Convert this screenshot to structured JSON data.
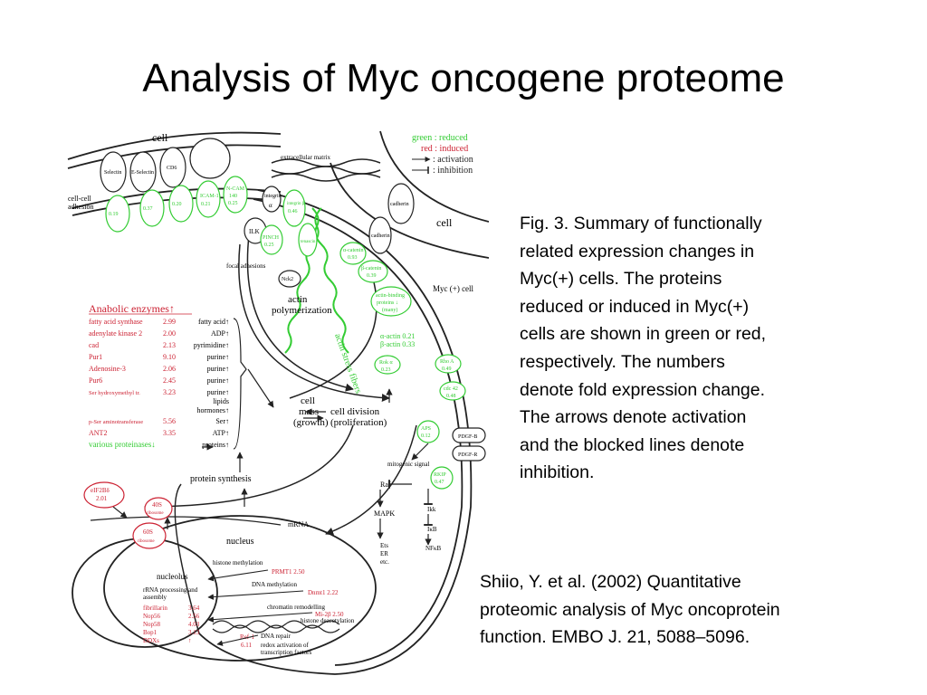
{
  "slide": {
    "title": "Analysis of Myc oncogene proteome",
    "caption_lines": [
      "Fig. 3. Summary of functionally",
      "related expression changes in",
      "Myc(+) cells. The proteins",
      "reduced or induced in Myc(+)",
      "cells are shown in green or red,",
      "respectively. The numbers",
      "denote fold expression change.",
      "The arrows denote activation",
      "and the blocked lines denote",
      "inhibition."
    ],
    "citation_lines": [
      "Shiio, Y. et al. (2002) Quantitative",
      "proteomic analysis of Myc oncoprotein",
      "function. EMBO J. 21, 5088–5096."
    ]
  },
  "colors": {
    "reduced": "#33cc33",
    "induced": "#cc2233",
    "ink": "#222222"
  },
  "diagram": {
    "legend": {
      "reduced": "green : reduced",
      "induced": "red : induced",
      "activation": ": activation",
      "inhibition": ": inhibition"
    },
    "labels": {
      "cell_top": "cell",
      "cell_right": "cell",
      "cell_cell_adhesion_1": "cell-cell",
      "cell_cell_adhesion_2": "adhesion",
      "extracellular_matrix": "extracellular matrix",
      "focal_adhesions": "focal adhesions",
      "myc_cell": "Myc (+) cell",
      "actin_poly_1": "actin",
      "actin_poly_2": "polymerization",
      "actin_stress": "actin stress fibers",
      "alpha_actin": "α-actin 0.21",
      "beta_actin": "β-actin 0.33",
      "cell_mass_1": "cell",
      "cell_mass_2": "mass",
      "cell_mass_3": "(growth)",
      "cell_div_1": "cell division",
      "cell_div_2": "(proliferation)",
      "protein_synthesis": "protein synthesis",
      "mrna": "mRNA",
      "mitogenic": "mitogenic signal",
      "raf": "Raf",
      "mapk": "MAPK",
      "ets": "Ets",
      "er": "ER",
      "etc": "etc.",
      "ikk": "Ikk",
      "ikb": "IκB",
      "nfkb": "NFκB",
      "nucleus": "nucleus",
      "nucleolus": "nucleolus",
      "rrna_1": "rRNA processing and",
      "rrna_2": "assembly",
      "histone_meth": "histone methylation",
      "dna_meth": "DNA methylation",
      "chromatin": "chromatin remodelling",
      "histone_deac": "histone deacetylation",
      "dna_repair": "DNA repair",
      "redox_1": "redox activation of",
      "redox_2": "transcription factors"
    },
    "white_nodes": {
      "selectin": "Selectin",
      "e_selectin": "E-Selectin",
      "cd6": "CD6",
      "integrin": "integrin",
      "alpha": "α",
      "ilk": "ILK",
      "nck2": "Nck2",
      "cadherin": "cadherin",
      "cadherin2": "cadherin",
      "pdgf_b": "PDGF-B",
      "pdgf_r": "PDGF-R"
    },
    "green_nodes": {
      "ncam": "N-CAM",
      "ncam_val": "140",
      "ncam_val2": "0.25",
      "lcam": "ICAM-1",
      "lcam_val": "0.21",
      "cad_a": "0.19",
      "cad_b": "0.37",
      "cad_c": "0.20",
      "rock": "Rok α",
      "rock_val": "0.23",
      "rho": "Rho A",
      "rho_val": "0.49",
      "cdc42": "cdc 42",
      "cdc42_val": "0.48",
      "aps": "APS",
      "aps_val": "0.12",
      "rkip": "RKIP",
      "rkip_val": "0.47",
      "a_catenin": "α-catenin",
      "a_catenin_val": "0.93",
      "b_catenin": "β-catenin",
      "b_catenin_val": "0.39",
      "actin_binding_1": "actin-binding",
      "actin_binding_2": "proteins ↓",
      "actin_binding_3": "(many)",
      "integrin_g": "integrin β",
      "integrin_g_val": "0.46",
      "tenascin": "tenascin",
      "pinch": "PINCH",
      "pinch_val": "0.25"
    },
    "anabolic": {
      "header": "Anabolic enzymes↑",
      "rows": [
        {
          "name": "fatty acid synthase",
          "value": "2.99",
          "product": "fatty acid↑"
        },
        {
          "name": "adenylate kinase 2",
          "value": "2.00",
          "product": "ADP↑"
        },
        {
          "name": "cad",
          "value": "2.13",
          "product": "pyrimidine↑"
        },
        {
          "name": "Pur1",
          "value": "9.10",
          "product": "purine↑"
        },
        {
          "name": "Adenosine-3",
          "value": "2.06",
          "product": "purine↑"
        },
        {
          "name": "Pur6",
          "value": "2.45",
          "product": "purine↑"
        },
        {
          "name": "Ser hydroxymethyl tr.",
          "value": "3.23",
          "product": "purine↑"
        }
      ],
      "extra_products": [
        "lipids",
        "hormones↑"
      ],
      "rows2": [
        {
          "name": "p-Ser aminotransferase",
          "value": "5.56",
          "product": "Ser↑"
        },
        {
          "name": "ANT2",
          "value": "3.35",
          "product": "ATP↑"
        }
      ],
      "proteinases": "various proteinases↓",
      "proteins": "proteins↑"
    },
    "red_nodes": {
      "eif": "eIF2Bδ",
      "eif_val": "2.01",
      "r40s": "40S",
      "r40s_2": "ribosome",
      "r60s": "60S",
      "r60s_2": "ribosome",
      "prmt": "PRMT1 2.50",
      "dnmt": "Dnmt1 2.22",
      "mi2": "Mi-2β 2.50",
      "ref1": "Ref-1",
      "ref1_val": "6.11"
    },
    "nucleolus_rows": [
      {
        "name": "fibrillarin",
        "value": "3.64"
      },
      {
        "name": "Nop56",
        "value": "2.56"
      },
      {
        "name": "Nop58",
        "value": "4.03"
      },
      {
        "name": "Bop1",
        "value": "3.13"
      },
      {
        "name": "DDXs",
        "value": "↑"
      }
    ]
  }
}
